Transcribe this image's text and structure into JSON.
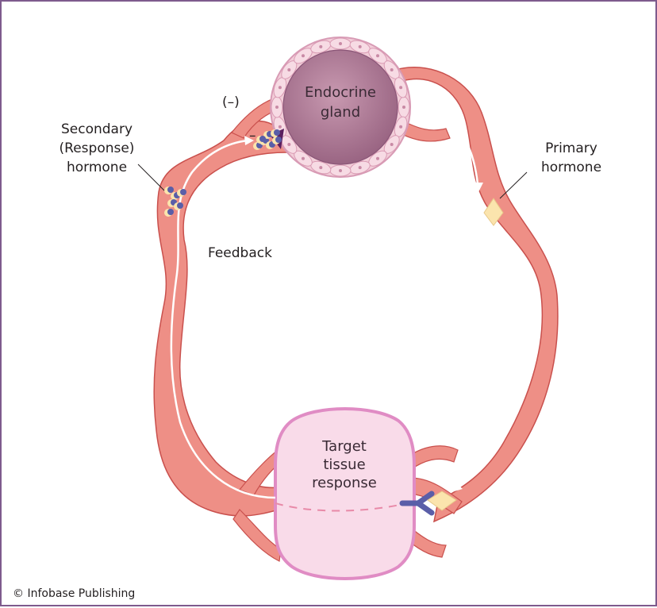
{
  "labels": {
    "endocrine_line1": "Endocrine",
    "endocrine_line2": "gland",
    "inhibition": "(–)",
    "minus": "–",
    "secondary_line1": "Secondary",
    "secondary_line2": "(Response)",
    "secondary_line3": "hormone",
    "primary_line1": "Primary",
    "primary_line2": "hormone",
    "feedback": "Feedback",
    "target_line1": "Target",
    "target_line2": "tissue",
    "target_line3": "response",
    "credit": "© Infobase Publishing"
  },
  "colors": {
    "frame_border": "#7e5b8d",
    "vessel_fill": "#ee8f86",
    "vessel_stroke": "#c9504d",
    "gland_fill": "#b27d98",
    "gland_cells": "#f2cdd8",
    "target_fill": "#f9dbe9",
    "target_stroke": "#e08cc4",
    "primary_hormone": "#fbe4ad",
    "secondary_hormone": "#5a5ea8",
    "receptor": "#5a5ea8",
    "arrow": "#ffffff"
  }
}
